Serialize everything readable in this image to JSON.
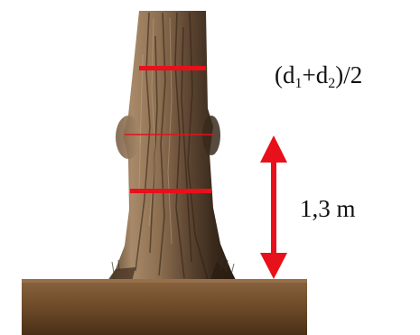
{
  "formula": {
    "open": "(d",
    "sub1": "1",
    "plus": "+d",
    "sub2": "2",
    "close": ")/2"
  },
  "height_label": "1,3 m",
  "colors": {
    "marker": "#e8101a",
    "arrow": "#e8101a",
    "ground": "#6e4a28",
    "bark_dark": "#3a2a1c",
    "bark_light": "#a88a6a"
  }
}
